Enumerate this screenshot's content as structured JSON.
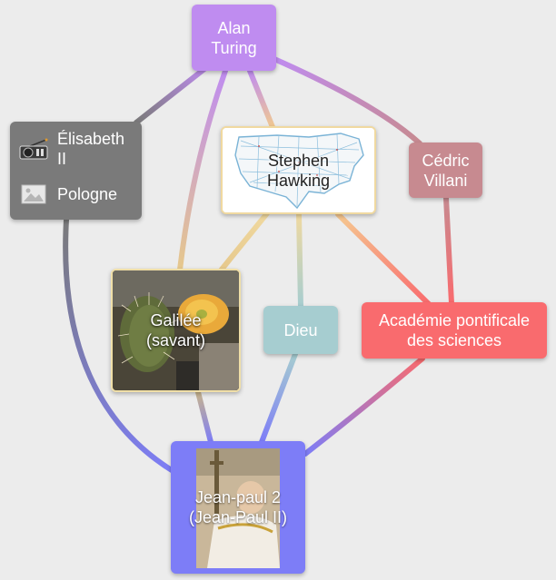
{
  "nodes": {
    "alan": {
      "label": "Alan\nTuring",
      "color": "#bf8cf0"
    },
    "elisabeth": {
      "color": "#7a7a7a",
      "items": [
        {
          "icon": "radio-icon",
          "label": "Élisabeth\nII"
        },
        {
          "icon": "image-icon",
          "label": "Pologne"
        }
      ]
    },
    "hawking": {
      "label": "Stephen\nHawking",
      "image": "us-road-map"
    },
    "villani": {
      "label": "Cédric\nVillani",
      "color": "#c78a90"
    },
    "galilee": {
      "label": "Galilée\n(savant)",
      "image": "cactus-flower-photo"
    },
    "dieu": {
      "label": "Dieu",
      "color": "#a6cdd0"
    },
    "academie": {
      "label": "Académie pontificale\ndes sciences",
      "color": "#f96b6e"
    },
    "jeanpaul": {
      "label": "Jean-paul 2\n(Jean-Paul II)",
      "color": "#7d7df7",
      "image": "pope-photo"
    }
  },
  "edges": [
    {
      "from": "alan",
      "to": "elisabeth",
      "colors": [
        "#bf8cf0",
        "#7a7a7a"
      ]
    },
    {
      "from": "alan",
      "to": "hawking",
      "colors": [
        "#bf8cf0",
        "#f0c890"
      ]
    },
    {
      "from": "alan",
      "to": "villani",
      "colors": [
        "#bf8cf0",
        "#c78a90"
      ]
    },
    {
      "from": "alan",
      "to": "galilee",
      "colors": [
        "#bf8cf0",
        "#e6c88c"
      ]
    },
    {
      "from": "elisabeth",
      "to": "jeanpaul",
      "colors": [
        "#7a7a7a",
        "#7d7df7"
      ]
    },
    {
      "from": "hawking",
      "to": "galilee",
      "colors": [
        "#f0d9a0",
        "#e6c88c"
      ]
    },
    {
      "from": "hawking",
      "to": "dieu",
      "colors": [
        "#f0d9a0",
        "#a6cdd0"
      ]
    },
    {
      "from": "hawking",
      "to": "academie",
      "colors": [
        "#f5c890",
        "#f96b6e"
      ]
    },
    {
      "from": "villani",
      "to": "academie",
      "colors": [
        "#c78a90",
        "#f96b6e"
      ]
    },
    {
      "from": "galilee",
      "to": "jeanpaul",
      "colors": [
        "#c8b48c",
        "#7d7df7"
      ]
    },
    {
      "from": "dieu",
      "to": "jeanpaul",
      "colors": [
        "#a6cdd0",
        "#7d7df7"
      ]
    },
    {
      "from": "academie",
      "to": "jeanpaul",
      "colors": [
        "#f96b6e",
        "#7d7df7"
      ]
    }
  ]
}
